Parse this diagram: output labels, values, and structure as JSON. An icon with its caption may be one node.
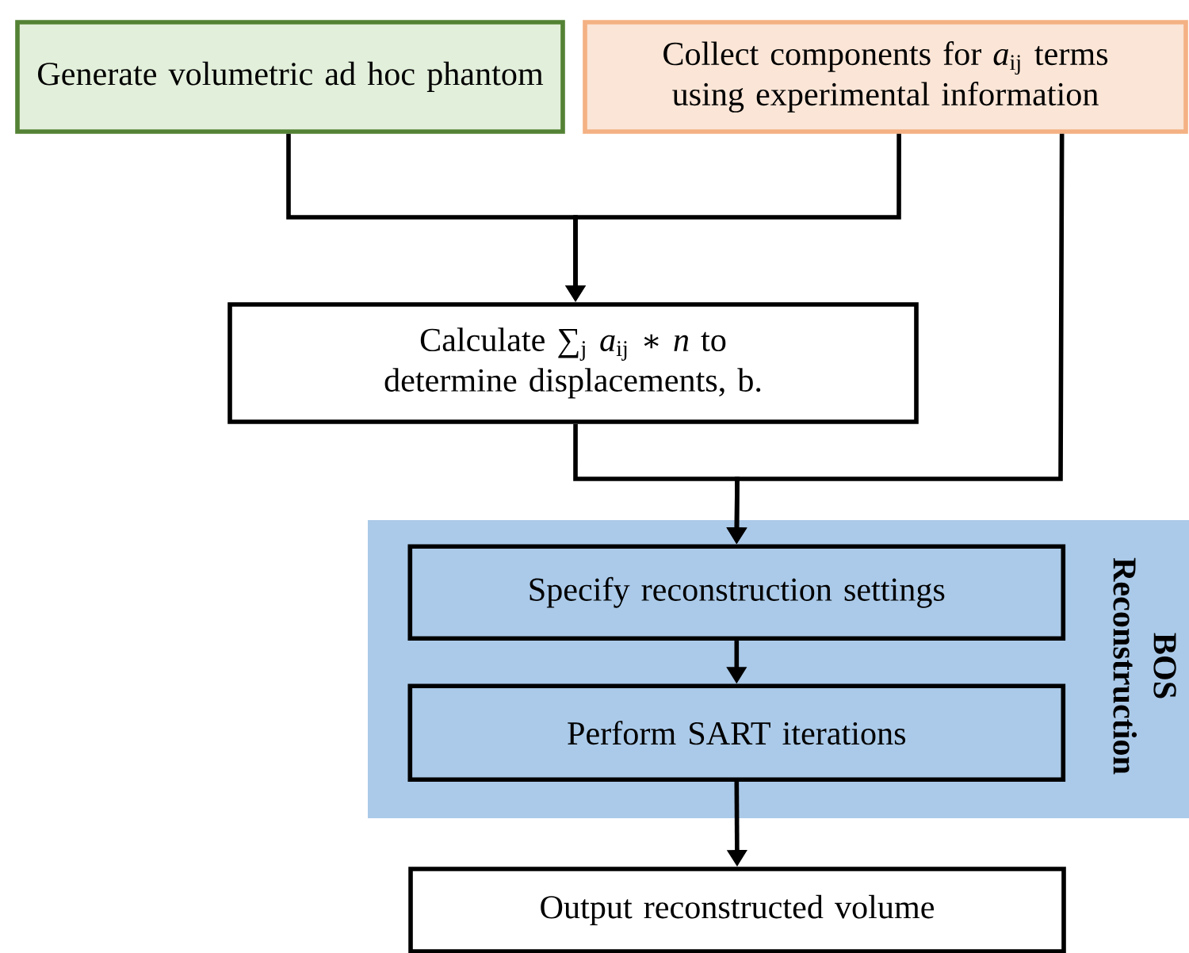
{
  "diagram": {
    "nodes": [
      {
        "text": [
          "Generate volumetric ad hoc phantom"
        ]
      },
      {
        "text": [
          "Collect components for *a*$_{ij}$ terms using experimental information"
        ]
      },
      {
        "text": [
          "Calculate ∑$_{j}$ *a*$_{ij}$ ∗ *n* to determine displacements, b."
        ]
      },
      {
        "text": [
          "BOS Reconstruction"
        ]
      },
      {
        "text": [
          "Specify reconstruction settings"
        ],
        "in": 3
      },
      {
        "text": [
          "Perform SART iterations"
        ],
        "in": 3
      },
      {
        "text": [
          "Output reconstructed volume"
        ]
      }
    ],
    "edges": [
      {
        "from": 0,
        "to": 2,
        "arrow": "to"
      },
      {
        "from": 1,
        "to": 2,
        "arrow": "to"
      },
      {
        "from": 2,
        "to": 4,
        "arrow": "to"
      },
      {
        "from": 1,
        "to": 4,
        "arrow": "to"
      },
      {
        "from": 4,
        "to": 5,
        "arrow": "to"
      },
      {
        "from": 5,
        "to": 6,
        "arrow": "to"
      }
    ]
  }
}
